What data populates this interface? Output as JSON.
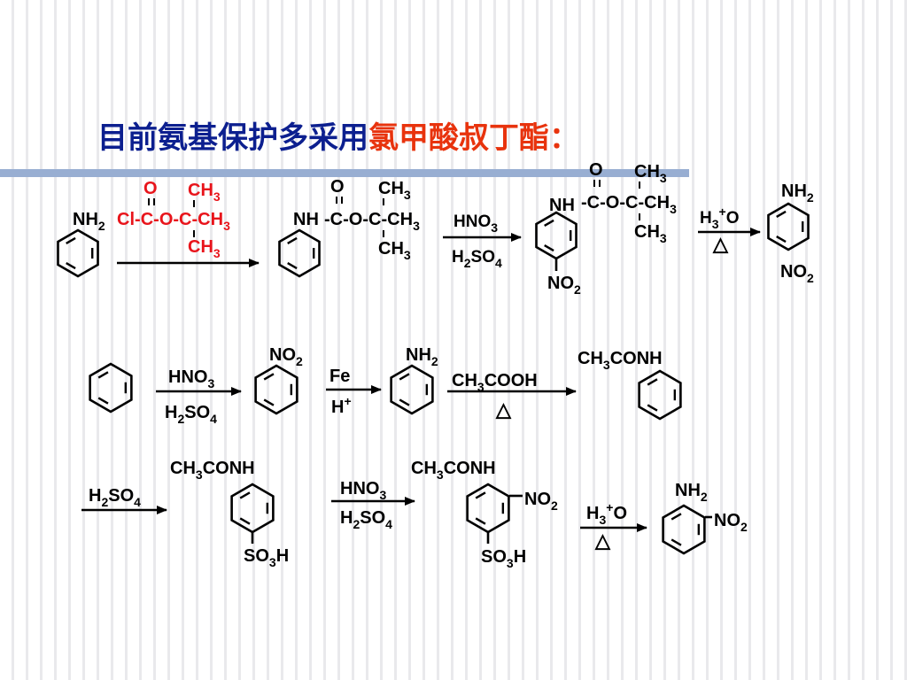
{
  "title": {
    "main": "目前氨基保护多采用",
    "highlight": "氯甲酸叔丁酯："
  },
  "colors": {
    "title": "#0c1f8f",
    "highlight": "#e8330d",
    "rule": "#98aed2",
    "reagent_red": "#e8141b"
  },
  "labels": {
    "nh2": "NH2",
    "nh": "NH",
    "no2": "NO2",
    "so3h": "SO3H",
    "ch3conh": "CH3CONH",
    "o": "O",
    "ch3": "CH3",
    "boc_cl_chain": "Cl-C-O-C-CH3",
    "boc_chain": "-C-O-C-CH3",
    "hno3": "HNO3",
    "h2so4": "H2SO4",
    "h3o": "H3+O",
    "fe": "Fe",
    "h_plus": "H+",
    "ch3cooh": "CH3COOH",
    "heat": "△"
  }
}
